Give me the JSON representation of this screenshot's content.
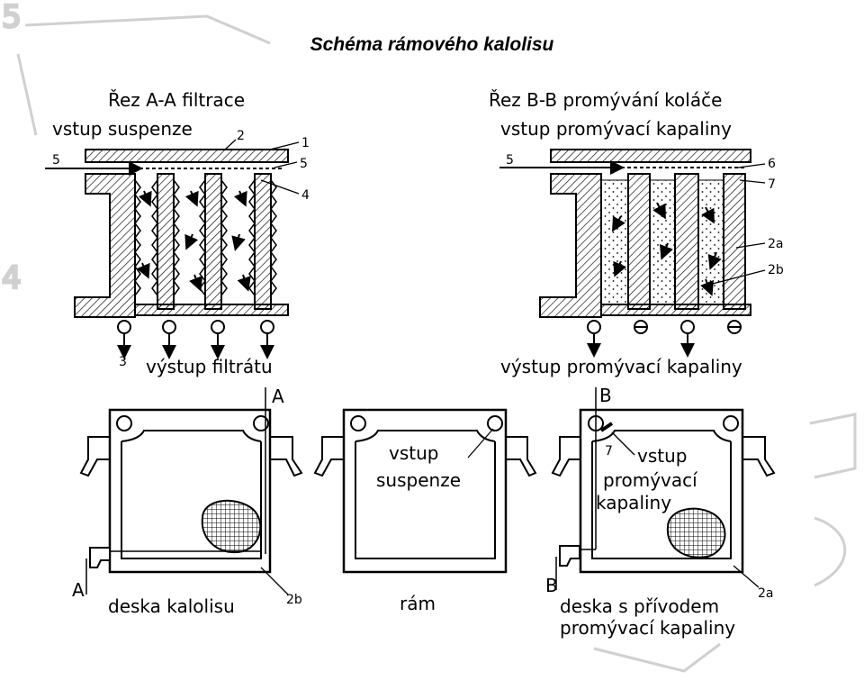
{
  "title": "Schéma rámového kalolisu",
  "section_a": {
    "heading": "Řez A-A filtrace",
    "inlet_label": "vstup suspenze",
    "outlet_label": "výstup filtrátu",
    "callouts": [
      "1",
      "2",
      "3",
      "4",
      "5",
      "5"
    ]
  },
  "section_b": {
    "heading": "Řez B-B promývání koláče",
    "inlet_label": "vstup promývací kapaliny",
    "outlet_label": "výstup promývací kapaliny",
    "callouts": [
      "5",
      "6",
      "7",
      "2a",
      "2b"
    ]
  },
  "plate_filter": {
    "caption": "deska kalolisu",
    "cut_top": "A",
    "cut_bottom": "A",
    "callout": "2b"
  },
  "frame": {
    "caption": "rám",
    "inlet_label_1": "vstup",
    "inlet_label_2": "suspenze"
  },
  "plate_wash": {
    "caption_1": "deska s přívodem",
    "caption_2": "promývací kapaliny",
    "cut_top": "B",
    "cut_bottom": "B",
    "callout_7": "7",
    "callout": "2a",
    "inlet_label_1": "vstup",
    "inlet_label_2": "promývací",
    "inlet_label_3": "kapaliny"
  },
  "background_marks": [
    "5",
    "4"
  ]
}
